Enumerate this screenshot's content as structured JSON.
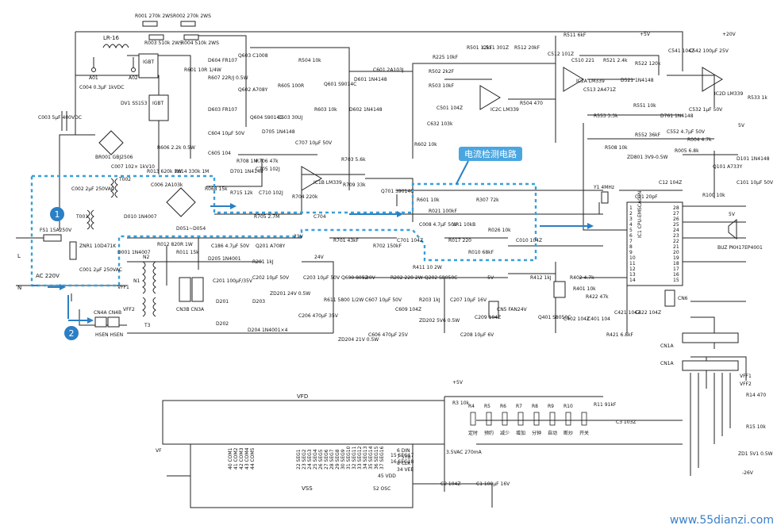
{
  "highlight_label": "电流检测电路",
  "markers": [
    "1",
    "2"
  ],
  "watermark": "www.55dianzi.com",
  "colors": {
    "highlight": "#3a9fd8",
    "label_bg": "#4aa6e0",
    "marker": "#2b7fc4",
    "watermark": "#3a7fc8"
  },
  "components": {
    "R001": "R001 270k 2WS",
    "R002": "R002 270k 2WS",
    "R003": "R003 510k 2WS",
    "R004": "R004 510k 2WS",
    "LR16": "LR-16",
    "A01": "A01",
    "A02": "A02",
    "C004": "C004 0.3μF 1kVDC",
    "IGBT1": "IGBT",
    "IGBT2": "IGBT",
    "DV1": "DV1 SS153",
    "C003": "C003 5μF 400VDC",
    "BR001": "BR001 GBJ2506",
    "C007": "C007 102× 1kV10",
    "R601": "R601 10R 1/4W",
    "R606": "R606 2.2k 0.5W",
    "R607": "R607 22R/J 0.5W",
    "D604": "D604 FR107",
    "D603": "D603 FR107",
    "Q602": "Q602 A708Y",
    "Q603": "Q603 C1008",
    "Q604": "Q604 S9014C",
    "C604": "C604 10μF 50V",
    "C605": "C605 104",
    "R606b": "R606 2.2k 0.5W",
    "R605": "R605 100R",
    "C603": "C603 30UJ",
    "R504": "R504 10k",
    "Q601": "Q601 S9014C",
    "D601": "D601 1N4148",
    "D602": "D602 1N4148",
    "R603": "R603 10k",
    "C601": "C601 2A103J",
    "D705": "D705 1N4148",
    "C707": "C707 10μF 50V",
    "R706": "R706 47k",
    "C705": "C705 102J",
    "R708": "R708 1M",
    "D701": "D701 1N4148",
    "IC1B": "IC1B LM339",
    "C710": "C710 102J",
    "R715": "R715 12k",
    "R704": "R704 220k",
    "R705": "R705 2.7M",
    "C704": "C704",
    "R703": "R703 5.6k",
    "R709": "R709 33k",
    "Q701": "Q701 S9014C",
    "R225": "R225 10kF",
    "R502": "R502 2k2F",
    "R503": "R503 10kF",
    "C501": "C501 104Z",
    "R501": "R501 12kF",
    "C511": "C511 301Z",
    "R512": "R512 20kF",
    "IC2C": "IC2C LM339",
    "R504b": "R504 470",
    "C632": "C632 103k",
    "R602": "R602 10k",
    "R511": "R511 6kF",
    "C512": "C512 101Z",
    "C510": "C510 221",
    "IC2A": "IC2A LM339",
    "R521": "R521 2.4k",
    "C513": "C513 2A471Z",
    "D521": "D521 1N4148",
    "R522": "R522 120k",
    "C541": "C541 104Z",
    "C542": "C542 100μF 25V",
    "IC2D": "IC2D LM339",
    "R533": "R533 1k",
    "R551": "R551 10k",
    "D761": "D761 1N4148",
    "C532": "C532 1μF 50V",
    "R553": "R553 3.3k",
    "R552": "R552 36kF",
    "C552": "C552 4.7μF 50V",
    "R508": "R508 10k",
    "R004b": "R004 4.7k",
    "R005": "R005 6.8k",
    "ZD801": "ZD801 3V9-0.5W",
    "Q101": "Q101 A733Y",
    "D101": "D101 1N4148",
    "R100": "R100 10k",
    "C101": "C101 10μF 50V",
    "Y1": "Y1 4MHz",
    "C11": "C11 20pF",
    "C12": "C12 104Z",
    "C002": "C002 2μF 250VAC",
    "T002": "T002",
    "C006": "C006 2A103k",
    "R013": "R013 620k 1W",
    "R014": "R014 330k 1M",
    "R068": "R068 15k",
    "T001": "T001",
    "D010": "D010 1N4007",
    "D001": "D001 1N4007",
    "D051": "D051~D054",
    "R012": "R012 820R 1W",
    "R011": "R011 15k",
    "C186": "C186 4.7μF 50V",
    "Q201": "Q201 A708Y",
    "R701": "R701 43kF",
    "R702": "R702 150kF",
    "C701": "C701 104Z",
    "R601b": "R601 10k",
    "R307": "R307 72k",
    "R021": "R021 100kF",
    "C008": "C008 4.7μF 50V",
    "VR1": "VR1 10kB",
    "R026": "R026 10k",
    "R017": "R017 220",
    "R010": "R010 68kF",
    "C010": "C010 104Z",
    "FS1": "FS1 15A250V",
    "ZNR1": "ZNR1 10D471K",
    "C001": "C001 2μF 250VAC",
    "AC": "AC 220V",
    "L": "L",
    "N": "N",
    "N2": "N2",
    "N1": "N1",
    "VFF1": "VFF1",
    "VFF2": "VFF2",
    "T3": "T3",
    "CN4": "CN4A CN4B",
    "HSEN": "HSEN HSEN",
    "CN3": "CN3B CN3A",
    "D205": "D205 1N4001",
    "C201": "C201 100μF/35V",
    "R201": "R201 1kJ",
    "C202": "C202 10μF 50V",
    "ZD201": "ZD201 24V 0.5W",
    "D201": "D201",
    "D202": "D202",
    "D203": "D203",
    "D204": "D204 1N4001×4",
    "C203": "C203 10μF 50V",
    "V24": "24V",
    "Q600": "Q600 8052",
    "V20": "+20V",
    "R202": "R202 220 2W",
    "Q202": "Q202 S8050C",
    "R611": "R611 5800 1/2W",
    "C607": "C607 10μF 50V",
    "R203": "R203 1kJ",
    "C207": "C207 10μF 16V",
    "C209": "C209 104Z",
    "C206": "C206 470μF 35V",
    "ZD204": "ZD204 21V 0.5W",
    "C606": "C606 470μF 25V",
    "C609": "C609 104Z",
    "ZD202": "ZD202 5V6 0.5W",
    "C208": "C208 10μF 6V",
    "R411": "R411 10 2W",
    "CN5": "CN5 FAN24V",
    "R412": "R412 1kJ",
    "Q401": "Q401 S8050C",
    "R402": "R402 4.7k",
    "R401": "R401 10k",
    "C402": "C402 104Z",
    "C401": "C401 104",
    "R422": "R422 47k",
    "R421": "R421 6.8kF",
    "C421": "C421 104Z",
    "C422": "C422 104Z",
    "CN6": "CN6",
    "BUZ": "BUZ PKH17EP4001",
    "IC1": "IC1 CPU-EMSCA09N",
    "CN1A": "CN1A",
    "VFF1b": "VFF1",
    "VFF2b": "VFF2",
    "R14": "R14 470",
    "R15": "R15 10k",
    "ZD1": "ZD1 5V1 0.5W",
    "R3": "R3 10k",
    "R11": "R11 91kF",
    "C3": "C3 103Z",
    "C2": "C2 104Z",
    "C1": "C1 100μF 16V",
    "V5": "+5V",
    "Vm26": "-26V",
    "Vm5": "-5V",
    "V5b": "5V",
    "VFD": "VFD",
    "VF": "VF",
    "VSS": "VSS",
    "OSC": "52 OSC",
    "VDD": "45 VDD",
    "VAC": "3.5VAC 270mA"
  },
  "keys": [
    "定时",
    "预约",
    "减少",
    "增加",
    "分钟",
    "自动",
    "断炒",
    "开关"
  ],
  "key_resistors": [
    "R4",
    "R5",
    "R6",
    "R7",
    "R8",
    "R9",
    "R10"
  ],
  "vfd_pins_left": [
    "40 COM1",
    "41 COM2",
    "42 COM3",
    "43 COM4",
    "44 COM5"
  ],
  "vfd_pins_mid": [
    "22 SEG1",
    "23 SEG2",
    "24 SEG3",
    "25 SEG4",
    "26 SEG5",
    "27 SEG6",
    "28 SEG7",
    "29 SEG8",
    "30 SEG9",
    "31 SEG10",
    "32 SEG11",
    "33 SEG12",
    "34 SEG13",
    "35 SEG14",
    "36 SEG15",
    "37 SEG16"
  ],
  "vfd_pins_right": [
    "15 SEG17",
    "16 SEG18",
    "6 DIN",
    "7 STB",
    "8 CLK",
    "34 VEE"
  ],
  "ic_pins": [
    "1",
    "2",
    "3",
    "4",
    "5",
    "6",
    "7",
    "8",
    "9",
    "10",
    "11",
    "12",
    "13",
    "14",
    "28",
    "27",
    "26",
    "25",
    "24",
    "23",
    "22",
    "21",
    "20",
    "19",
    "18",
    "17",
    "16",
    "15"
  ],
  "rails": {
    "p5v": "+5V",
    "p20v": "+20V",
    "p21v": "21V",
    "p5": "5V"
  }
}
